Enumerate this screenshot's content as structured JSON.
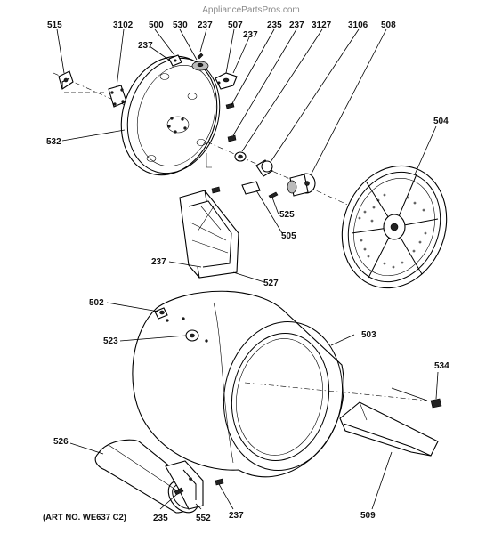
{
  "watermark": "AppliancePartsPros.com",
  "art_number": "(ART NO. WE637 C2)",
  "callouts": {
    "c515": "515",
    "c3102": "3102",
    "c500": "500",
    "c530": "530",
    "c237a": "237",
    "c507": "507",
    "c235a": "235",
    "c237b": "237",
    "c3127": "3127",
    "c3106": "3106",
    "c508": "508",
    "c237c": "237",
    "c237d": "237",
    "c532": "532",
    "c504": "504",
    "c525": "525",
    "c505": "505",
    "c237e": "237",
    "c527": "527",
    "c502": "502",
    "c503": "503",
    "c523": "523",
    "c534": "534",
    "c526": "526",
    "c235b": "235",
    "c552": "552",
    "c237f": "237",
    "c509": "509"
  }
}
